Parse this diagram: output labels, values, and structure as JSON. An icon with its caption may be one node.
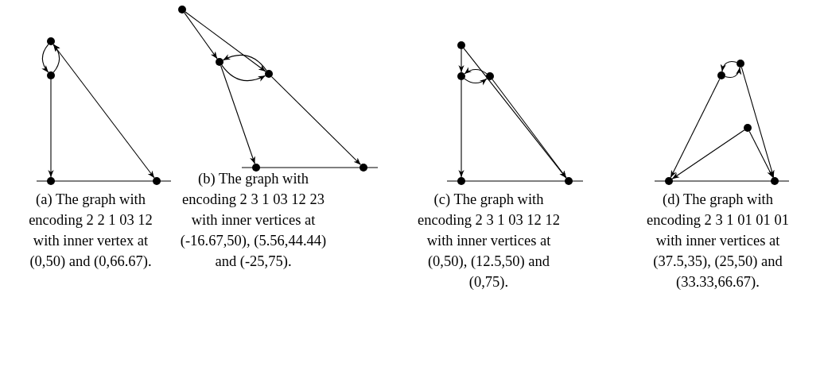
{
  "diagram": {
    "nodes": [
      {
        "text": [],
        "shape": "circle"
      },
      {
        "text": [],
        "shape": "circle"
      },
      {
        "text": [],
        "shape": "circle"
      },
      {
        "text": [],
        "shape": "circle"
      },
      {
        "text": [],
        "shape": "circle"
      },
      {
        "text": [],
        "shape": "circle"
      },
      {
        "text": [],
        "shape": "circle"
      },
      {
        "text": [],
        "shape": "circle"
      },
      {
        "text": [],
        "shape": "circle"
      },
      {
        "text": [],
        "shape": "circle"
      },
      {
        "text": [],
        "shape": "circle"
      },
      {
        "text": [],
        "shape": "circle"
      },
      {
        "text": [],
        "shape": "circle"
      },
      {
        "text": [],
        "shape": "circle"
      },
      {
        "text": [],
        "shape": "circle"
      },
      {
        "text": [],
        "shape": "circle"
      },
      {
        "text": [],
        "shape": "circle"
      },
      {
        "text": [],
        "shape": "circle"
      },
      {
        "text": [],
        "shape": "circle"
      }
    ],
    "edges": [
      {
        "from": 0,
        "to": 1,
        "arrow": "to"
      },
      {
        "from": 1,
        "to": 0,
        "arrow": "to"
      },
      {
        "from": 0,
        "to": 3,
        "arrow": "both"
      },
      {
        "from": 1,
        "to": 2,
        "arrow": "to"
      },
      {
        "from": 2,
        "to": 3,
        "arrow": "none"
      },
      {
        "from": 4,
        "to": 5,
        "arrow": "to"
      },
      {
        "from": 4,
        "to": 6,
        "arrow": "to"
      },
      {
        "from": 5,
        "to": 6,
        "arrow": "to"
      },
      {
        "from": 6,
        "to": 5,
        "arrow": "to"
      },
      {
        "from": 5,
        "to": 7,
        "arrow": "to"
      },
      {
        "from": 6,
        "to": 8,
        "arrow": "to"
      },
      {
        "from": 7,
        "to": 8,
        "arrow": "none"
      },
      {
        "from": 9,
        "to": 10,
        "arrow": "to"
      },
      {
        "from": 9,
        "to": 13,
        "arrow": "to"
      },
      {
        "from": 10,
        "to": 11,
        "arrow": "to"
      },
      {
        "from": 11,
        "to": 10,
        "arrow": "to"
      },
      {
        "from": 10,
        "to": 12,
        "arrow": "to"
      },
      {
        "from": 11,
        "to": 13,
        "arrow": "to"
      },
      {
        "from": 12,
        "to": 13,
        "arrow": "none"
      },
      {
        "from": 14,
        "to": 15,
        "arrow": "to"
      },
      {
        "from": 15,
        "to": 14,
        "arrow": "to"
      },
      {
        "from": 15,
        "to": 17,
        "arrow": "to"
      },
      {
        "from": 16,
        "to": 17,
        "arrow": "to"
      },
      {
        "from": 14,
        "to": 18,
        "arrow": "to"
      },
      {
        "from": 16,
        "to": 18,
        "arrow": "to"
      },
      {
        "from": 17,
        "to": 18,
        "arrow": "none"
      }
    ],
    "labels": [
      "(a) The graph with encoding 2 2 1 03 12 with inner vertex at (0,50) and (0,66.67).",
      "(b) The graph with encoding 2 3 1 03 12 23 with inner vertices at (-16.67,50), (5.56,44.44) and (-25,75).",
      "(c) The graph with encoding 2 3 1 03 12 12 with inner vertices at (0,50), (12.5,50) and (0,75).",
      "(d) The graph with encoding 2 3 1 01 01 01 with inner vertices at (37.5,35), (25,50) and (33.33,66.67)."
    ]
  }
}
